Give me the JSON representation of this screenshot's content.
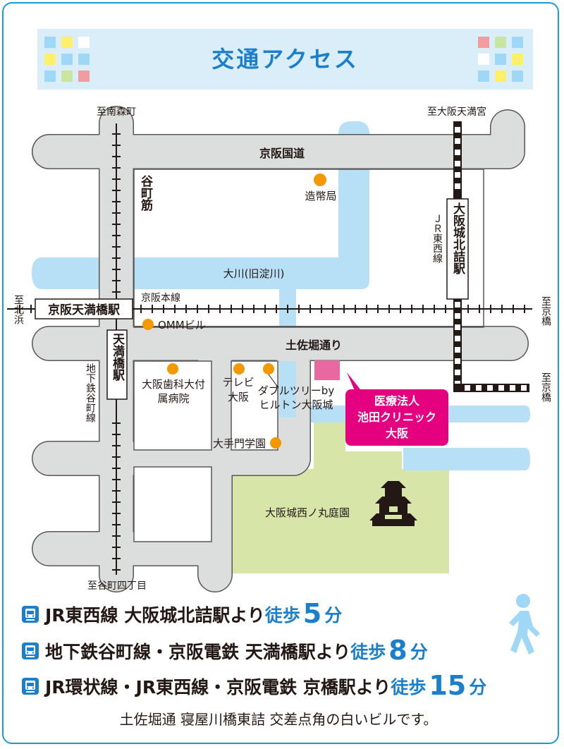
{
  "header": {
    "title": "交通アクセス"
  },
  "colors": {
    "brand_blue": "#1b7fcc",
    "border_blue": "#1b9ad8",
    "header_bg": "#daeef9",
    "road": "#dcdddd",
    "road_edge": "#595757",
    "river": "#b7dff5",
    "park": "#d7e5a8",
    "landmark": "#f39800",
    "clinic_magenta": "#e4007f",
    "clinic_pink": "#ea68a2"
  },
  "tiles": {
    "left": [
      "#9fd8f6",
      "#fff06a",
      "#ffffff",
      "#fff06a",
      "#9fd8f6",
      "#9fd8f6",
      "#9fd8f6",
      "#c8e6a0",
      "#f29c9f"
    ],
    "right": [
      "#f29c9f",
      "#c8e6a0",
      "#9fd8f6",
      "#ffffff",
      "#9fd8f6",
      "#fff06a",
      "#9fd8f6",
      "#fff06a",
      "#9fd8f6"
    ]
  },
  "map": {
    "directions": {
      "north_left": "至南森町",
      "north_right": "至大阪天満宮",
      "west": "至北浜",
      "east": "至京橋",
      "east_lower": "至京橋",
      "south": "至谷町四丁目"
    },
    "roads": {
      "keihan_kokudo": "京阪国道",
      "tanimachi_suji": "谷町筋",
      "tosabori_dori": "土佐堀通り"
    },
    "rivers": {
      "okawa": "大川(旧淀川)"
    },
    "rail": {
      "keihan_line": "京阪本線",
      "jr_tozai_line": "ＪＲ東西線",
      "subway_tanimachi_line": "地下鉄谷町線"
    },
    "stations": {
      "tenmabashi_main": "京阪天満橋駅",
      "tenmabashi_vertical": "天満橋駅",
      "osakajo_kitazume": "大阪城北詰駅"
    },
    "landmarks": {
      "mint": "造幣局",
      "omm": "OMMビル",
      "dental_hospital": "大阪歯科大付属病院",
      "tv_osaka": "テレビ大阪",
      "doubletree": "ダブルツリーbyヒルトン大阪城",
      "otemon": "大手門学園",
      "park": "大阪城西ノ丸庭園"
    },
    "clinic": {
      "line1": "医療法人",
      "line2": "池田クリニック",
      "line3": "大阪"
    }
  },
  "access": [
    {
      "route": "JR東西線 大阪城北詰駅より",
      "walk_label": "徒歩",
      "minutes": "5",
      "unit": "分"
    },
    {
      "route": "地下鉄谷町線・京阪電鉄 天満橋駅より",
      "walk_label": "徒歩",
      "minutes": "8",
      "unit": "分"
    },
    {
      "route": "JR環状線・JR東西線・京阪電鉄 京橋駅より",
      "walk_label": "徒歩",
      "minutes": "15",
      "unit": "分"
    }
  ],
  "footnote": "土佐堀通 寝屋川橋東詰 交差点角の白いビルです。"
}
